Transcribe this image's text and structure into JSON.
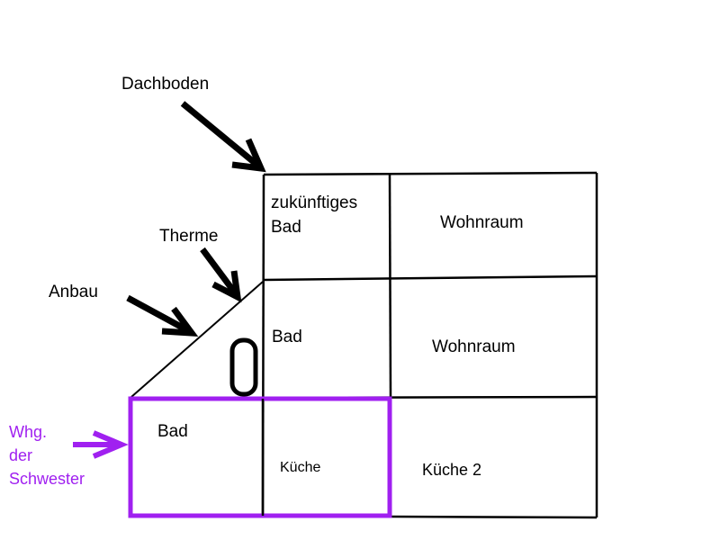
{
  "annotations": {
    "dachboden": "Dachboden",
    "therme": "Therme",
    "anbau": "Anbau",
    "whg_line1": "Whg.",
    "whg_line2": "der",
    "whg_line3": "Schwester"
  },
  "rooms": {
    "future_bath_line1": "zukünftiges",
    "future_bath_line2": "Bad",
    "living_room_top": "Wohnraum",
    "bath_middle": "Bad",
    "living_room_middle": "Wohnraum",
    "bath_sister": "Bad",
    "kitchen_sister": "Küche",
    "kitchen_2": "Küche 2"
  },
  "colors": {
    "line": "#000000",
    "highlight": "#a020f0"
  }
}
